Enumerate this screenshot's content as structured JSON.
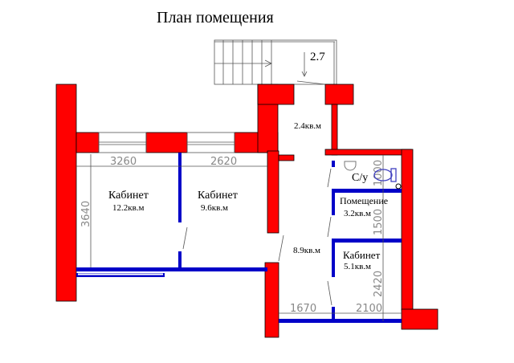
{
  "title": "План помещения",
  "stair_height": "2.7",
  "rooms": [
    {
      "label": "Кабинет",
      "area": "12.2кв.м"
    },
    {
      "label": "Кабинет",
      "area": "9.6кв.м"
    },
    {
      "label": "",
      "area": "2.4кв.м"
    },
    {
      "label": "",
      "area": "8.9кв.м"
    },
    {
      "label": "С/у",
      "area": ""
    },
    {
      "label": "Помещение",
      "area": "3.2кв.м"
    },
    {
      "label": "Кабинет",
      "area": "5.1кв.м"
    }
  ],
  "dimensions": [
    "3260",
    "2620",
    "3640",
    "1670",
    "2100",
    "1000",
    "1500",
    "2420"
  ],
  "colors": {
    "exterior_wall": "#ff0000",
    "interior_wall": "#0000c8"
  }
}
